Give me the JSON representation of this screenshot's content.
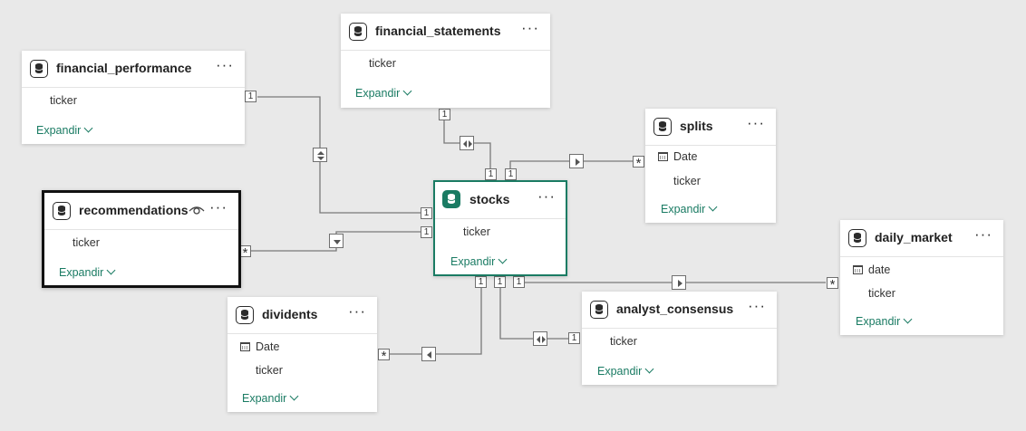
{
  "tables": {
    "financial_statements": {
      "name": "financial_statements",
      "fields": [
        "ticker"
      ],
      "expand_label": "Expandir"
    },
    "financial_performance": {
      "name": "financial_performance",
      "fields": [
        "ticker"
      ],
      "expand_label": "Expandir"
    },
    "recommendations": {
      "name": "recommendations",
      "fields": [
        "ticker"
      ],
      "expand_label": "Expandir",
      "hidden_icon": "eye-icon"
    },
    "stocks": {
      "name": "stocks",
      "fields": [
        "ticker"
      ],
      "expand_label": "Expandir",
      "accent": "#1a7b63"
    },
    "splits": {
      "name": "splits",
      "fields": [
        "Date",
        "ticker"
      ],
      "expand_label": "Expandir"
    },
    "daily_market": {
      "name": "daily_market",
      "fields": [
        "date",
        "ticker"
      ],
      "expand_label": "Expandir"
    },
    "dividents": {
      "name": "dividents",
      "fields": [
        "Date",
        "ticker"
      ],
      "expand_label": "Expandir"
    },
    "analyst_consensus": {
      "name": "analyst_consensus",
      "fields": [
        "ticker"
      ],
      "expand_label": "Expandir"
    }
  },
  "relationships": {
    "one_label": "1",
    "many_label": "*"
  },
  "menu_icon": "more-options-icon",
  "table_icon": "table-icon",
  "calendar_icon": "calendar-icon",
  "colors": {
    "canvas": "#e9e9e9",
    "accent": "#1a7b63",
    "line": "#6f6f6f"
  }
}
